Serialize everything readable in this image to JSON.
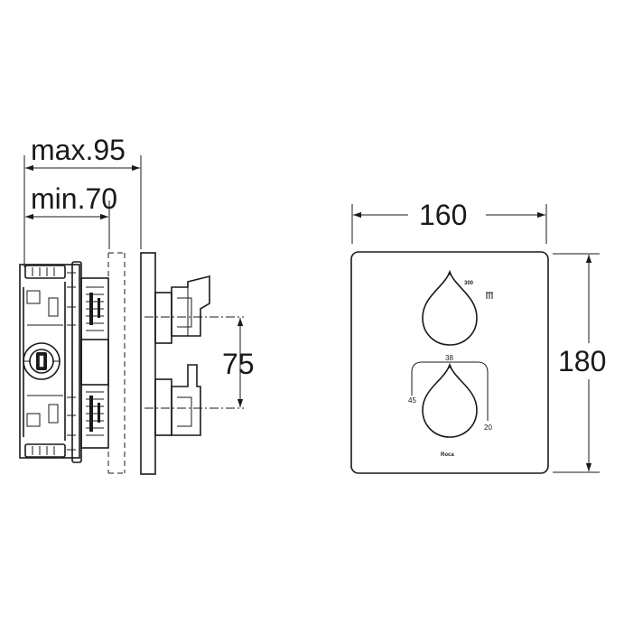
{
  "side_view": {
    "dim_max_label": "max.95",
    "dim_min_label": "min.70",
    "dim_spacing_label": "75"
  },
  "front_view": {
    "dim_width_label": "160",
    "dim_height_label": "180",
    "scale_upper_left": "38",
    "scale_left": "45",
    "scale_right": "20",
    "brand_mark": "Roca",
    "logo_mark": "300"
  }
}
